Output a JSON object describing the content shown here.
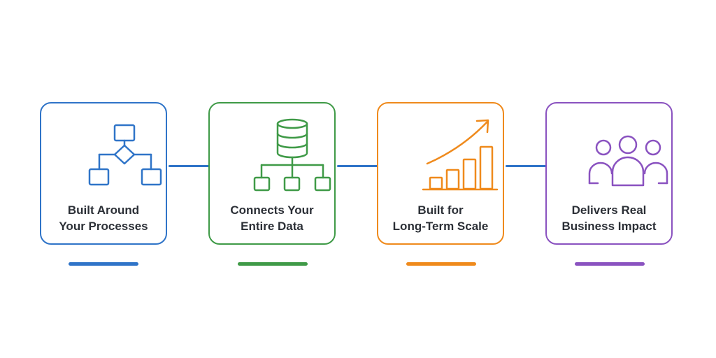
{
  "colors": {
    "blue": "#2f74c8",
    "green": "#3f9a47",
    "orange": "#ef8a1c",
    "purple": "#8a52c0",
    "connector": "#2f74c8",
    "text": "#2b2f36"
  },
  "steps": [
    {
      "icon": "flowchart-icon",
      "color": "#2f74c8",
      "lines": [
        "Built Around",
        "Your Processes"
      ]
    },
    {
      "icon": "database-network-icon",
      "color": "#3f9a47",
      "lines": [
        "Connects Your",
        "Entire Data"
      ]
    },
    {
      "icon": "growth-chart-icon",
      "color": "#ef8a1c",
      "lines": [
        "Built for",
        "Long-Term Scale"
      ]
    },
    {
      "icon": "people-group-icon",
      "color": "#8a52c0",
      "lines": [
        "Delivers Real",
        "Business Impact"
      ]
    }
  ]
}
